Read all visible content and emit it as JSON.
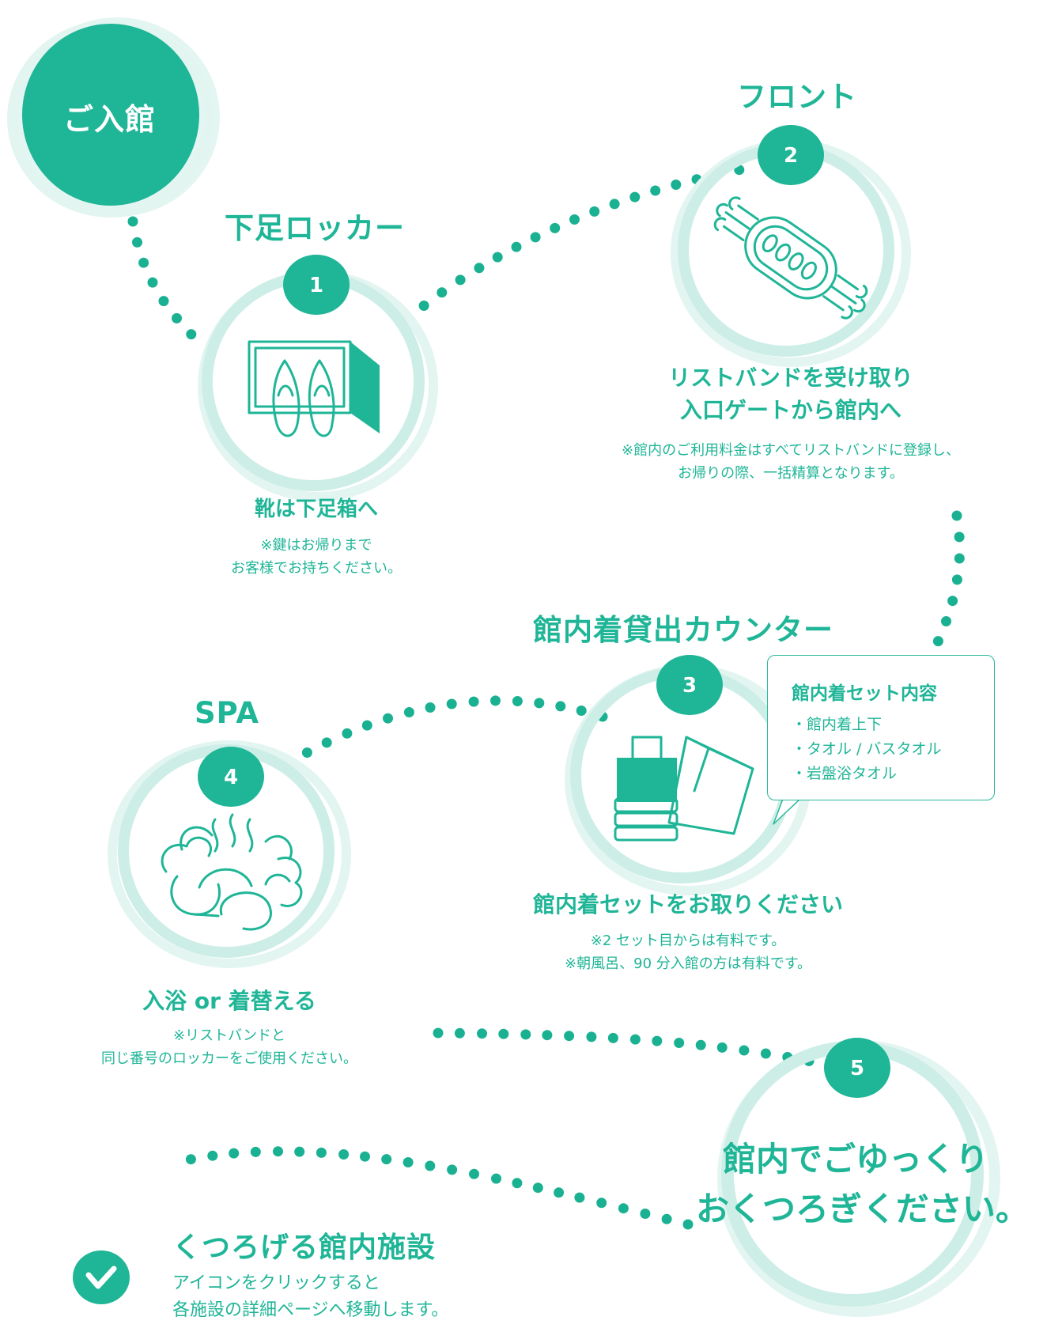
{
  "colors": {
    "accent": "#1fb597",
    "ring": "#c9ece4",
    "dot": "#1ab192"
  },
  "entry": {
    "label": "ご入館"
  },
  "steps": [
    {
      "number": "1",
      "heading": "下足ロッカー",
      "icon": "shoes-icon",
      "caption": [
        "靴は下足箱へ"
      ],
      "note": [
        "※鍵はお帰りまで",
        "お客様でお持ちください。"
      ]
    },
    {
      "number": "2",
      "heading": "フロント",
      "icon": "wristband-icon",
      "caption": [
        "リストバンドを受け取り",
        "入口ゲートから館内へ"
      ],
      "note": [
        "※館内のご利用料金はすべてリストバンドに登録し、",
        "お帰りの際、一括精算となります。"
      ]
    },
    {
      "number": "3",
      "heading": "館内着貸出カウンター",
      "icon": "clothes-set-icon",
      "caption": [
        "館内着セットをお取りください"
      ],
      "note": [
        "※2 セット目からは有料です。",
        "※朝風呂、90 分入館の方は有料です。"
      ]
    },
    {
      "number": "4",
      "heading": "SPA",
      "icon": "hot-spring-icon",
      "caption": [
        "入浴 or 着替える"
      ],
      "note": [
        "※リストバンドと",
        "同じ番号のロッカーをご使用ください。"
      ]
    },
    {
      "number": "5",
      "heading": "",
      "icon": "",
      "caption": [
        "館内でごゆっくり",
        "おくつろぎください。"
      ],
      "note": []
    }
  ],
  "bubble": {
    "title": "館内着セット内容",
    "items": [
      "・館内着上下",
      "・タオル / バスタオル",
      "・岩盤浴タオル"
    ]
  },
  "footer": {
    "heading": "くつろげる館内施設",
    "lines": [
      "アイコンをクリックすると",
      "各施設の詳細ページへ移動します。"
    ]
  }
}
